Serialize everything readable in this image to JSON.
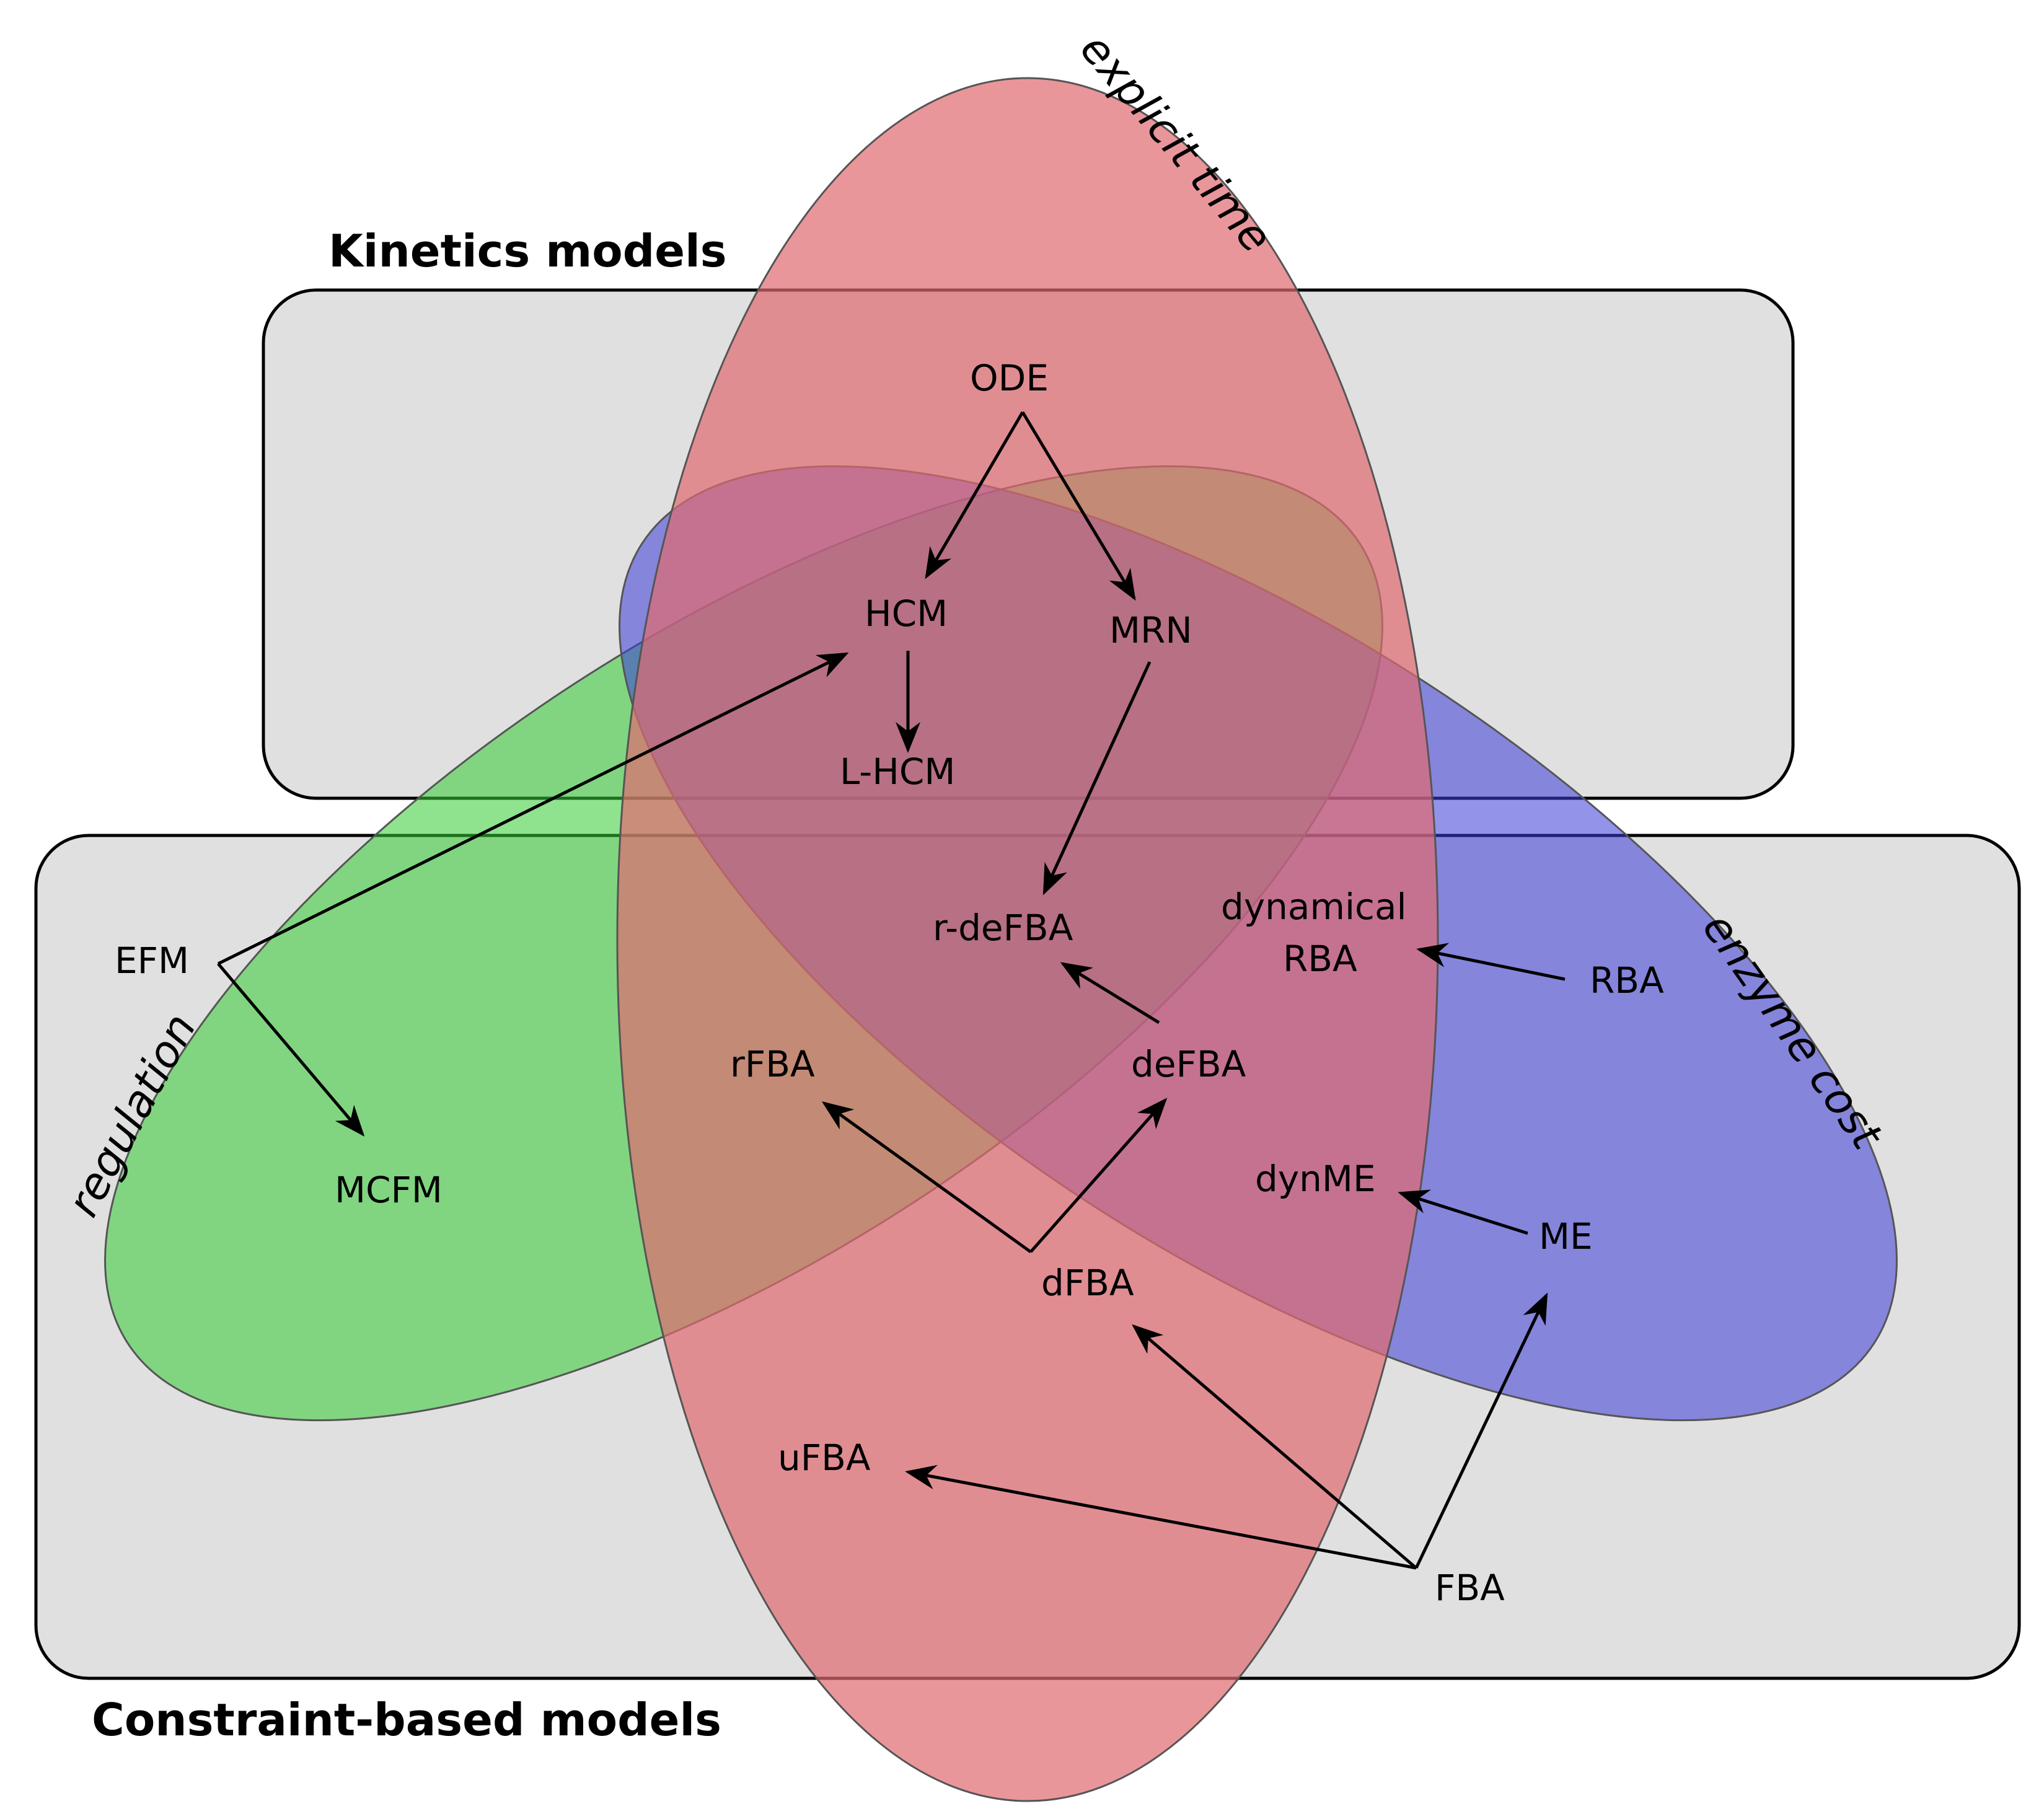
{
  "titles": {
    "kinetics": "Kinetics models",
    "constraint": "Constraint-based models"
  },
  "set_labels": {
    "explicit_time": "explicit time",
    "regulation": "regulation",
    "enzyme_cost": "enzyme cost"
  },
  "nodes": {
    "ode": "ODE",
    "hcm": "HCM",
    "mrn": "MRN",
    "lhcm": "L-HCM",
    "rdefba": "r-deFBA",
    "dynamical_rba_1": "dynamical",
    "dynamical_rba_2": "RBA",
    "rba": "RBA",
    "efm": "EFM",
    "rfba": "rFBA",
    "defba": "deFBA",
    "mcfm": "MCFM",
    "dynme": "dynME",
    "me": "ME",
    "dfba": "dFBA",
    "ufba": "uFBA",
    "fba": "FBA"
  },
  "colors": {
    "box_fill": "#e0e0e0",
    "time_ellipse": "#e06a70",
    "regulation_ellipse": "#33cc33",
    "enzyme_ellipse": "#3a3ad8"
  }
}
